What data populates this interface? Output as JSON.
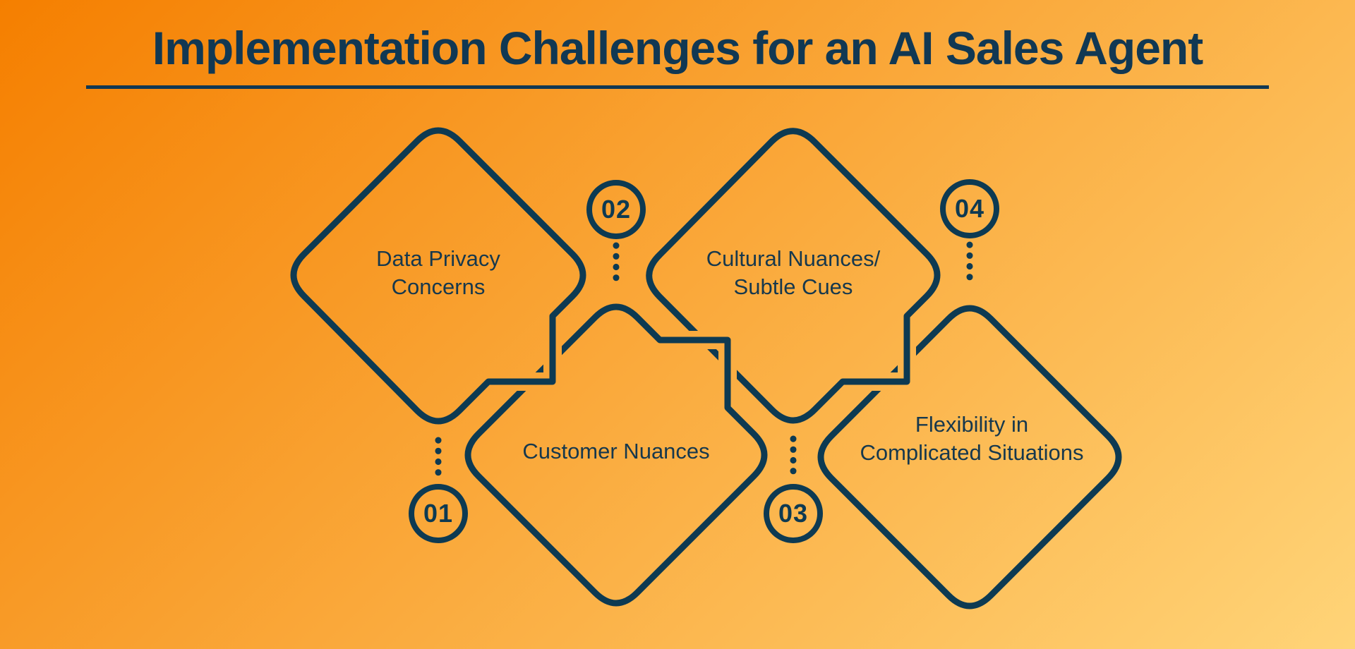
{
  "title": "Implementation Challenges for an AI Sales Agent",
  "colors": {
    "background_gradient_start": "#f57f00",
    "background_gradient_end": "#ffd478",
    "outline_navy": "#0d3a52",
    "title_navy": "#113853",
    "label_navy": "#16384d"
  },
  "items": [
    {
      "number": "01",
      "label": "Data Privacy\nConcerns"
    },
    {
      "number": "02",
      "label": "Customer Nuances"
    },
    {
      "number": "03",
      "label": "Cultural Nuances/\nSubtle Cues"
    },
    {
      "number": "04",
      "label": "Flexibility in\nComplicated Situations"
    }
  ]
}
